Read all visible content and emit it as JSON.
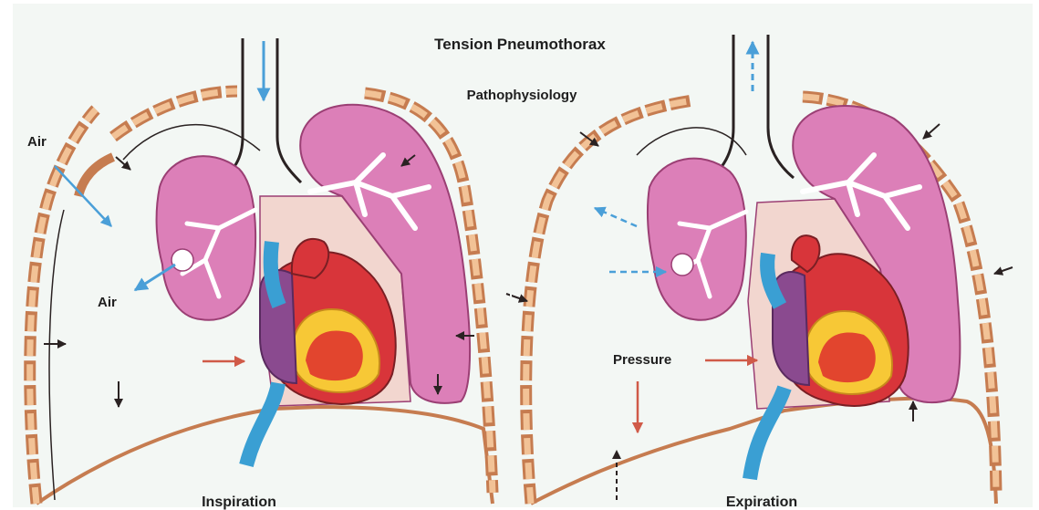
{
  "title": "Tension Pneumothorax",
  "subtitle": "Pathophysiology",
  "labels": {
    "air_outer": "Air",
    "air_inner": "Air",
    "pressure": "Pressure",
    "inspiration": "Inspiration",
    "expiration": "Expiration"
  },
  "colors": {
    "background": "#f3f7f4",
    "lung_fill": "#dc7fb8",
    "lung_edge": "#9b3f74",
    "chest_wall": "#c67c50",
    "wall_segment": "#f2c296",
    "mediastinum": "#f2d6cf",
    "heart_red": "#d8353a",
    "heart_yellow": "#f7c836",
    "heart_purple": "#8a4a8f",
    "vessel_blue": "#3a9fd3",
    "air_arrow": "#4a9fd8",
    "pressure_arrow": "#d05a48",
    "black_arrow": "#2a2222"
  }
}
